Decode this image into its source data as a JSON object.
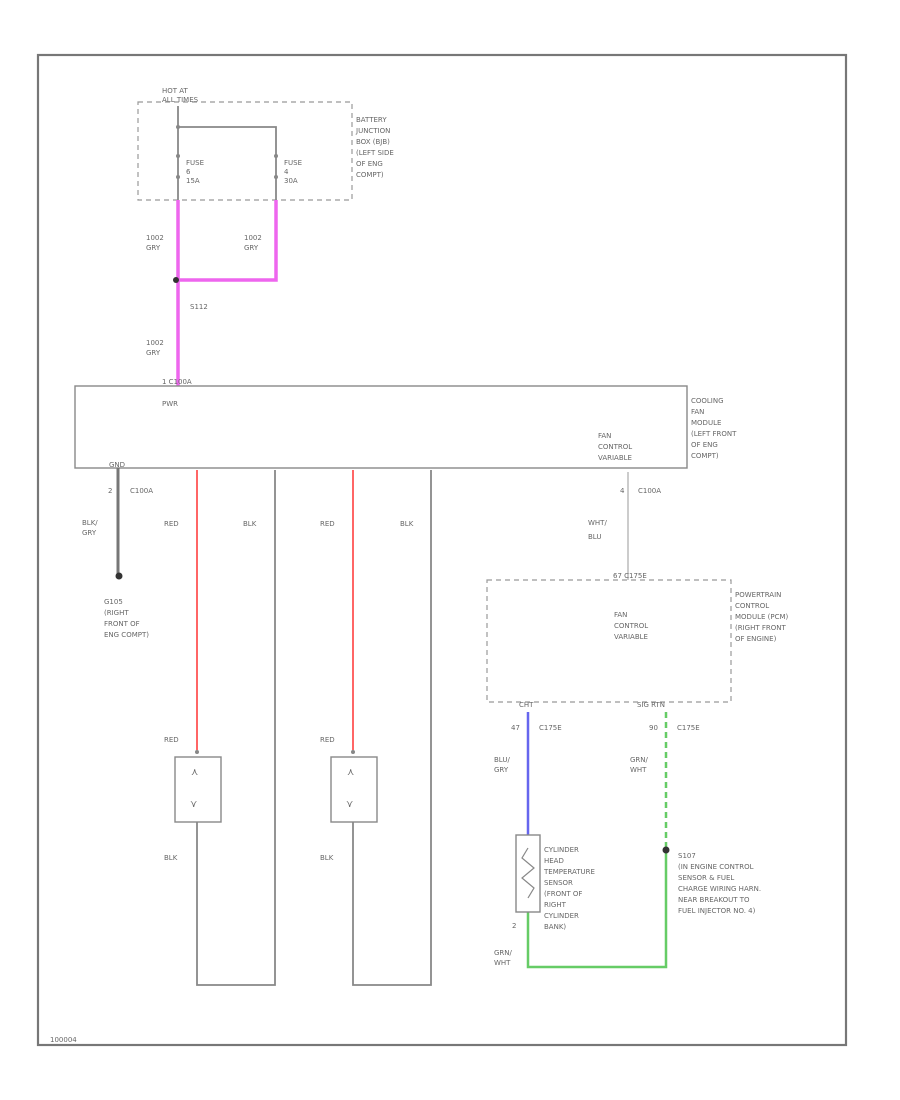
{
  "colors": {
    "pink": "#ee66ee",
    "red": "#ff6666",
    "blue": "#6666ee",
    "green": "#66cc66",
    "wire": "#888888",
    "text": "#666666"
  },
  "battery_junction_box": {
    "hot_label": [
      "HOT AT",
      "ALL TIMES"
    ],
    "fuse_left": [
      "FUSE",
      "6",
      "15A"
    ],
    "fuse_right": [
      "FUSE",
      "4",
      "30A"
    ],
    "location_label": [
      "BATTERY",
      "JUNCTION",
      "BOX (BJB)",
      "(LEFT SIDE",
      "OF ENG",
      "COMPT)"
    ]
  },
  "wire_labels": {
    "bjb_left": [
      "1002",
      "GRY"
    ],
    "bjb_right": [
      "1002",
      "GRY"
    ],
    "splice": "S112",
    "fan_feed": [
      "1002",
      "GRY"
    ],
    "ground_wire": [
      "BLK/",
      "GRY"
    ],
    "motor1_red": "RED",
    "motor1_blk": "BLK",
    "motor2_red": "RED",
    "motor2_blk": "BLK",
    "signal_wire": [
      "WHT/",
      "BLU"
    ],
    "motor1_red_lower": "RED",
    "motor1_blk_lower": "BLK",
    "motor2_red_lower": "RED",
    "motor2_blk_lower": "BLK",
    "sensor_blu": [
      "BLU/",
      "GRY"
    ],
    "sensor_grn": [
      "GRN/",
      "WHT"
    ],
    "sensor_grn_bottom": [
      "GRN/",
      "WHT"
    ]
  },
  "cooling_fan_module": {
    "connector": "1  C100A",
    "pwr_label": "PWR",
    "location_label": [
      "COOLING",
      "FAN",
      "MODULE",
      "(LEFT FRONT",
      "OF ENG",
      "COMPT)"
    ],
    "gnd_label": "GND",
    "gnd_connector": [
      "2",
      "C100A"
    ],
    "fan_control_label": [
      "FAN",
      "CONTROL",
      "VARIABLE"
    ],
    "fan_control_connector": [
      "4",
      "C100A"
    ]
  },
  "ground": {
    "label": [
      "G105",
      "(RIGHT",
      "FRONT OF",
      "ENG COMPT)"
    ]
  },
  "pcm": {
    "connector": "67  C175E",
    "fan_control_label": [
      "FAN",
      "CONTROL",
      "VARIABLE"
    ],
    "location_label": [
      "POWERTRAIN",
      "CONTROL",
      "MODULE (PCM)",
      "(RIGHT FRONT",
      "OF ENGINE)"
    ],
    "cht_label": "CHT",
    "cht_connector": [
      "47",
      "C175E"
    ],
    "sigrtn_label": "SIG RTN",
    "sigrtn_connector": [
      "90",
      "C175E"
    ]
  },
  "splice_s107": {
    "label": [
      "S107",
      "(IN ENGINE CONTROL",
      "SENSOR & FUEL",
      "CHARGE WIRING HARN.",
      "NEAR BREAKOUT TO",
      "FUEL INJECTOR NO. 4)"
    ]
  },
  "sensor": {
    "label": [
      "CYLINDER",
      "HEAD",
      "TEMPERATURE",
      "SENSOR",
      "(FRONT OF",
      "RIGHT",
      "CYLINDER",
      "BANK)"
    ],
    "pin": "2"
  },
  "footer": {
    "code": "100004"
  }
}
